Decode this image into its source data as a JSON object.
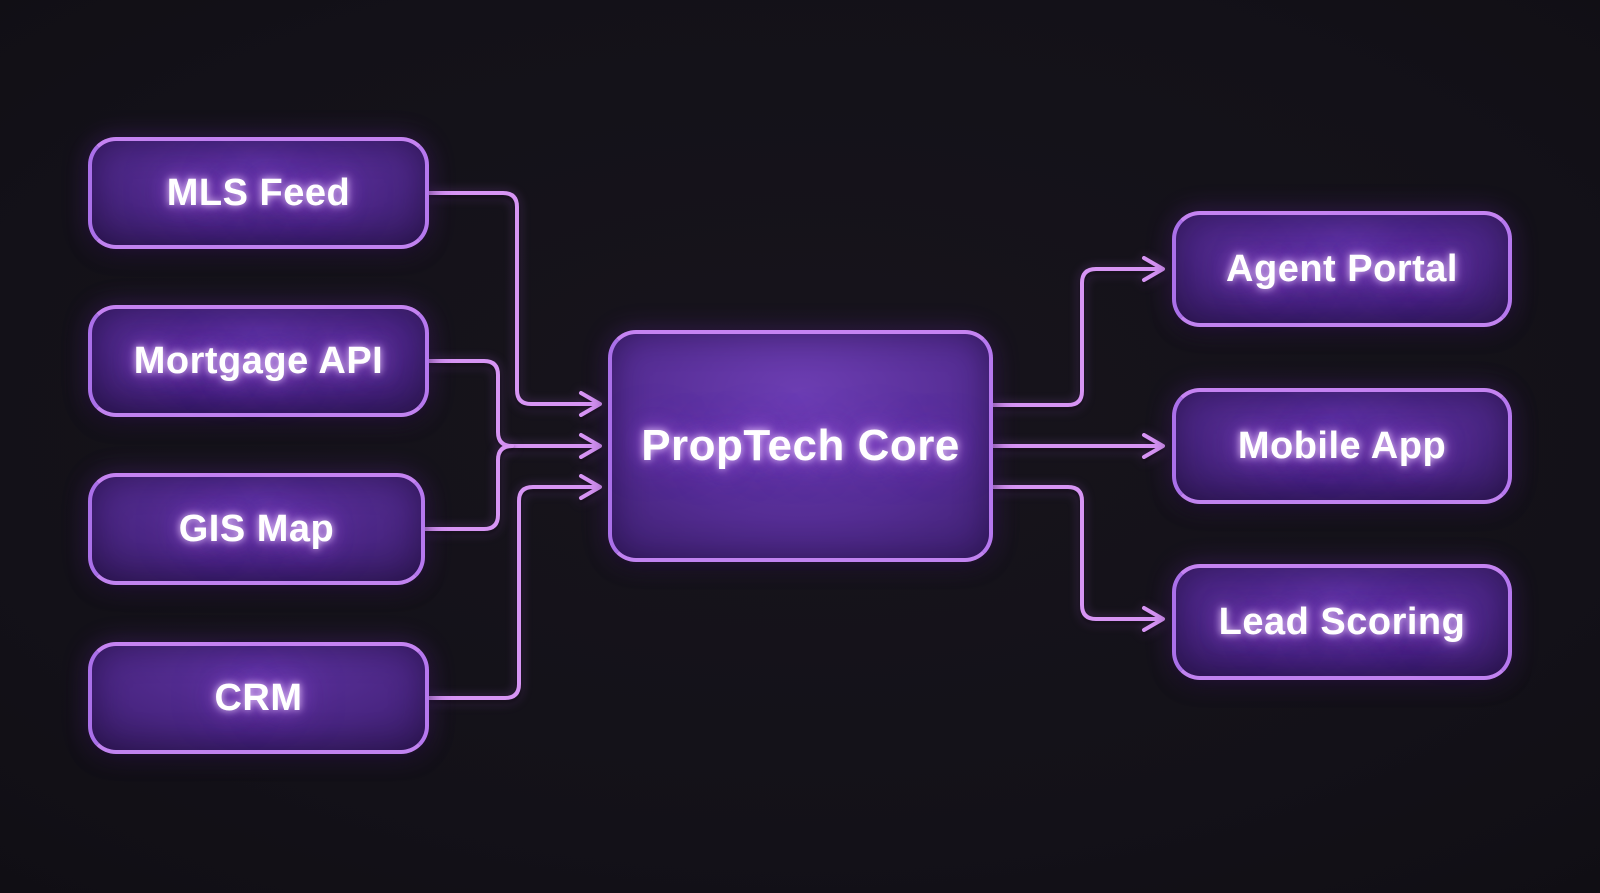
{
  "diagram": {
    "type": "flowchart",
    "direction": "left-to-right",
    "nodes": {
      "mls_feed": {
        "label": "MLS Feed"
      },
      "mortgage_api": {
        "label": "Mortgage API"
      },
      "gis_map": {
        "label": "GIS Map"
      },
      "crm": {
        "label": "CRM"
      },
      "proptech_core": {
        "label": "PropTech Core"
      },
      "agent_portal": {
        "label": "Agent Portal"
      },
      "mobile_app": {
        "label": "Mobile App"
      },
      "lead_scoring": {
        "label": "Lead Scoring"
      }
    },
    "edges": [
      {
        "from": "MLS Feed",
        "to": "PropTech Core"
      },
      {
        "from": "Mortgage API",
        "to": "PropTech Core"
      },
      {
        "from": "GIS Map",
        "to": "PropTech Core"
      },
      {
        "from": "CRM",
        "to": "PropTech Core"
      },
      {
        "from": "PropTech Core",
        "to": "Agent Portal"
      },
      {
        "from": "PropTech Core",
        "to": "Mobile App"
      },
      {
        "from": "PropTech Core",
        "to": "Lead Scoring"
      }
    ],
    "colors": {
      "background": "#131118",
      "node_border": "#b97df0",
      "node_fill_light": "#5d339f",
      "node_fill_dark": "#241143",
      "core_fill_light": "#6d3eb3",
      "connector": "#d795f4",
      "text": "#ffffff"
    }
  }
}
